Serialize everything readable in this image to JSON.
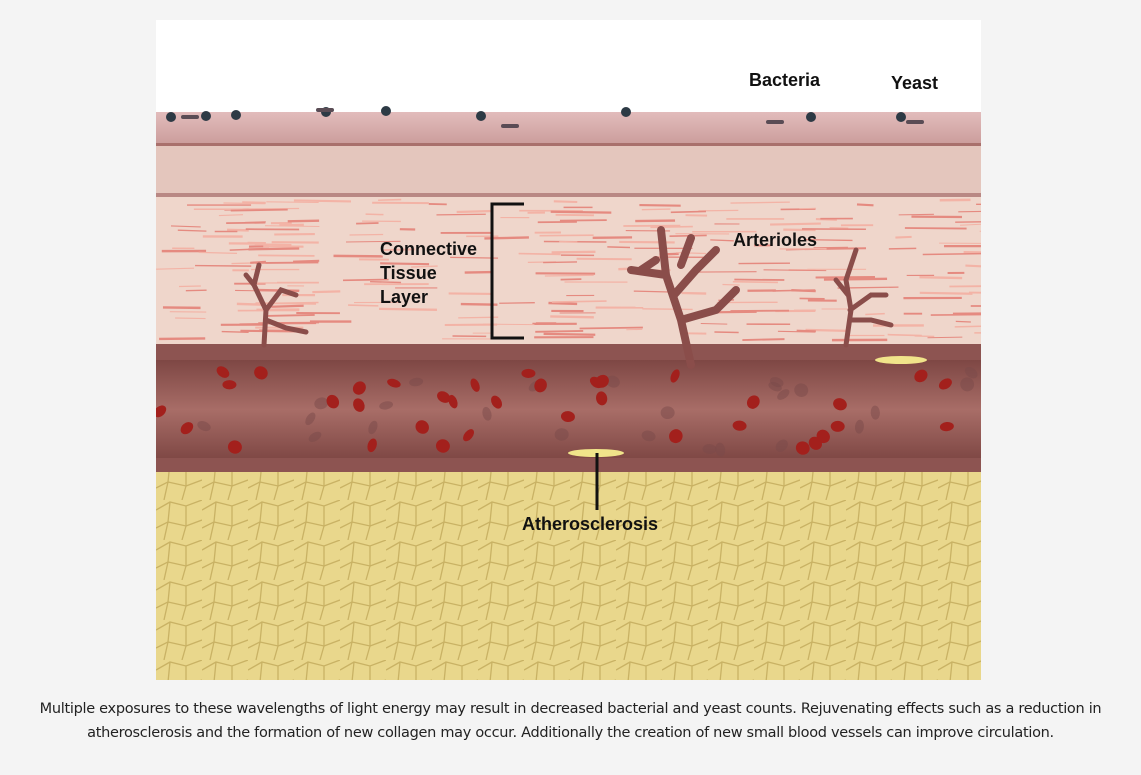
{
  "figure": {
    "labels": {
      "bacteria": "Bacteria",
      "yeast": "Yeast",
      "connective_line1": "Connective",
      "connective_line2": "Tissue",
      "connective_line3": "Layer",
      "arterioles": "Arterioles",
      "atherosclerosis": "Atherosclerosis"
    },
    "colors": {
      "epidermis": "#d8acab",
      "dermis_band": "#e4c6bd",
      "connective": "#efd6cb",
      "vessel_wall": "#8d5451",
      "vessel_lumen": "#a66b65",
      "blood_cell": "#a3201c",
      "fat": "#e9d78c",
      "plaque": "#f0e48a"
    }
  },
  "caption": "Multiple exposures to these wavelengths of light energy may result in decreased bacterial and yeast counts. Rejuvenating effects such as a reduction in atherosclerosis and the formation of new collagen may occur. Additionally the creation of new small blood vessels can improve circulation."
}
